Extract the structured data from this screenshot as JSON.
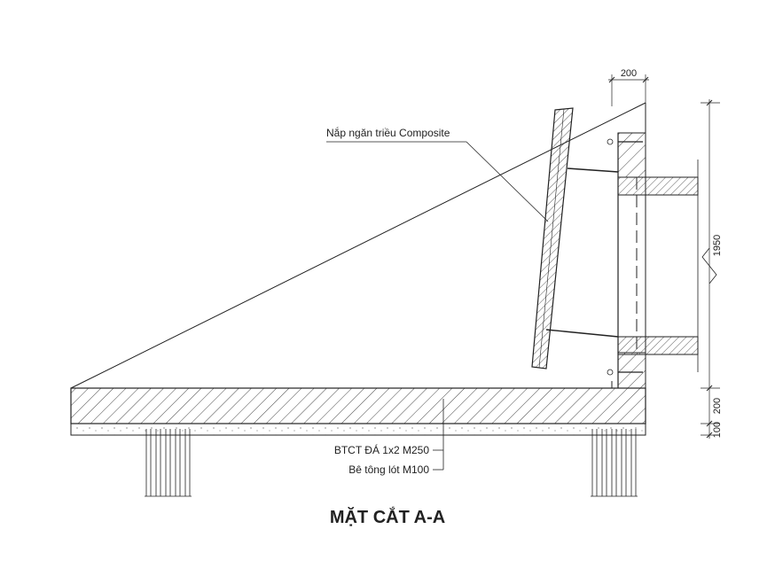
{
  "title": "MẶT CẮT A-A",
  "labels": {
    "flap": "Nắp ngăn triều Composite",
    "concrete": "BTCT ĐÁ 1x2 M250",
    "lean_concrete": "Bê tông lót M100"
  },
  "dimensions": {
    "top_width": "200",
    "height": "1950",
    "slab": "200",
    "lean": "100"
  }
}
